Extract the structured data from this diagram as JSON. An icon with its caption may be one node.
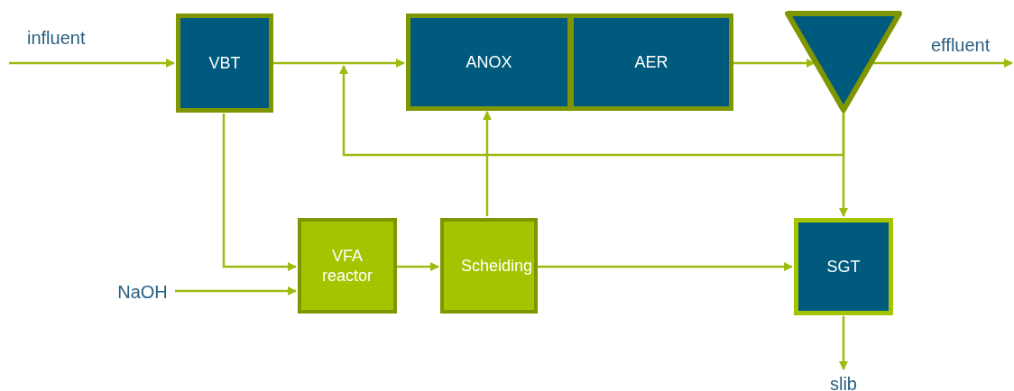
{
  "diagram": {
    "nodes": [
      {
        "text": [
          "VBT"
        ]
      },
      {
        "text": [
          "ANOX"
        ]
      },
      {
        "text": [
          "AER"
        ]
      },
      {
        "text": [],
        "shape": "triangle"
      },
      {
        "text": [
          "VFA reactor"
        ]
      },
      {
        "text": [
          "Scheiding"
        ]
      },
      {
        "text": [
          "SGT"
        ]
      },
      {
        "text": [
          "NaOH"
        ]
      },
      {
        "text": [
          "slib"
        ]
      }
    ],
    "edges": [
      {
        "from": null,
        "to": 0,
        "arrow": "to",
        "label": "influent"
      },
      {
        "from": 0,
        "to": 1,
        "arrow": "to"
      },
      {
        "from": 2,
        "to": 3,
        "arrow": "to"
      },
      {
        "from": 3,
        "to": null,
        "arrow": "to",
        "label": "effluent"
      },
      {
        "from": 3,
        "to": 1,
        "arrow": "to"
      },
      {
        "from": 3,
        "to": 6,
        "arrow": "to"
      },
      {
        "from": 0,
        "to": 4,
        "arrow": "to"
      },
      {
        "from": 7,
        "to": 4,
        "arrow": "to"
      },
      {
        "from": 4,
        "to": 5,
        "arrow": "to"
      },
      {
        "from": 5,
        "to": 1,
        "arrow": "to"
      },
      {
        "from": 5,
        "to": 6,
        "arrow": "to"
      },
      {
        "from": 6,
        "to": 8,
        "arrow": "to"
      }
    ]
  }
}
